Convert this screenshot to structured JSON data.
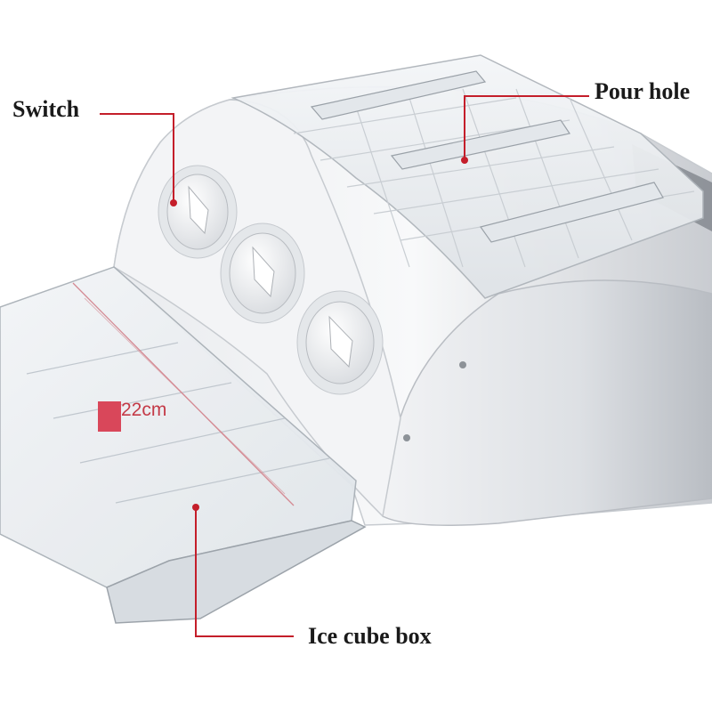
{
  "callouts": {
    "switch": "Switch",
    "pour_hole": "Pour hole",
    "ice_cube_box": "Ice cube box",
    "dimension": "22cm"
  },
  "colors": {
    "leader_line": "#c41e2a",
    "dimension_marker": "#d9475a",
    "dimension_text": "#c43a47",
    "body": "#f1f2f4",
    "body_shadow": "#d4d7dc",
    "tray": "#e9edf1"
  }
}
